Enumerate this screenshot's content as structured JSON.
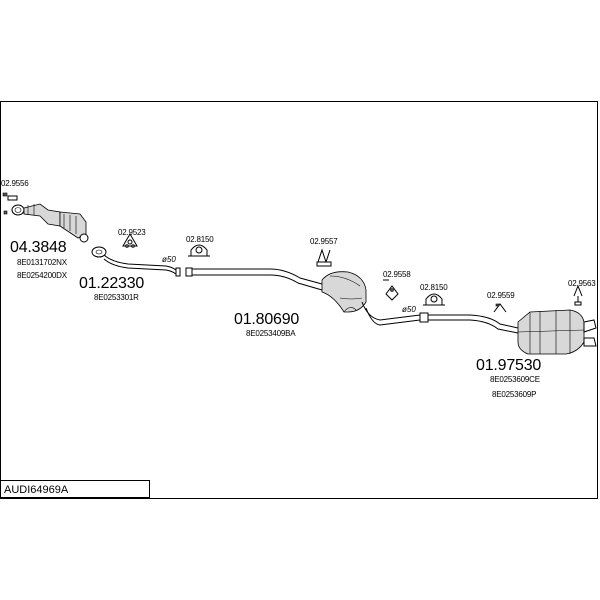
{
  "diagram": {
    "reference": "AUDI64969A",
    "parts": [
      {
        "id": "catalyst",
        "number": "04.3848",
        "oem": [
          "8E0131702NX",
          "8E0254200DX"
        ]
      },
      {
        "id": "front-pipe",
        "number": "01.22330",
        "oem": [
          "8E0253301R"
        ]
      },
      {
        "id": "middle-silencer",
        "number": "01.80690",
        "oem": [
          "8E0253409BA"
        ]
      },
      {
        "id": "rear-silencer",
        "number": "01.97530",
        "oem": [
          "8E0253609CE",
          "8E0253609P"
        ]
      }
    ],
    "small_parts": [
      {
        "id": "gasket-1",
        "code": "02.9556"
      },
      {
        "id": "mount-1",
        "code": "02.9523"
      },
      {
        "id": "mount-2",
        "code": "02.8150"
      },
      {
        "id": "mount-3",
        "code": "02.9557"
      },
      {
        "id": "mount-4",
        "code": "02.9558"
      },
      {
        "id": "mount-5",
        "code": "02.8150"
      },
      {
        "id": "mount-6",
        "code": "02.9559"
      },
      {
        "id": "mount-7",
        "code": "02.9563"
      }
    ],
    "diameters": [
      "ø50",
      "ø50"
    ]
  }
}
